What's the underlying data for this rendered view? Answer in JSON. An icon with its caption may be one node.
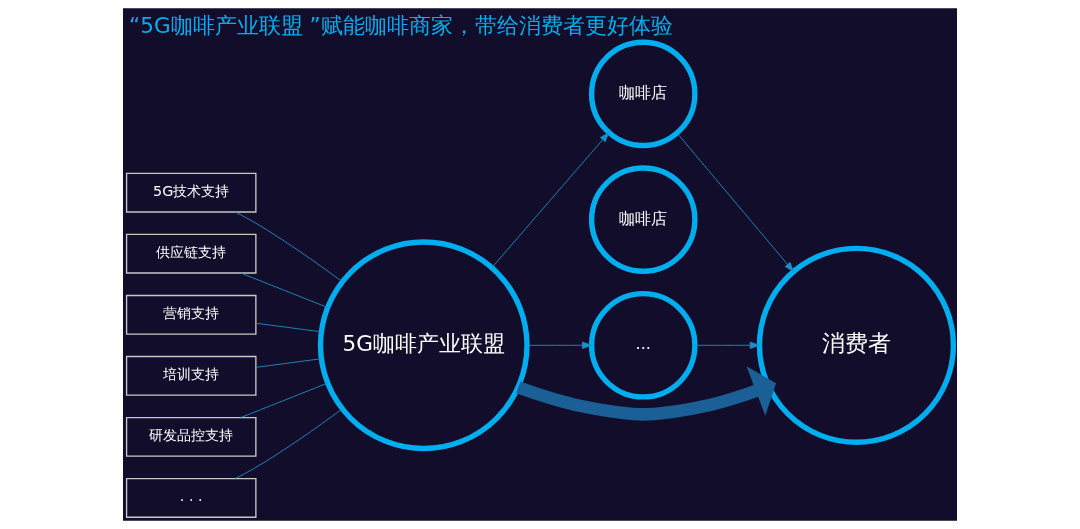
{
  "diagram": {
    "title": "“5G咖啡产业联盟 ”赋能咖啡商家，带给消费者更好体验",
    "nodes": [
      {
        "text": [
          "5G技术支持"
        ]
      },
      {
        "text": [
          "供应链支持"
        ]
      },
      {
        "text": [
          "营销支持"
        ]
      },
      {
        "text": [
          "培训支持"
        ]
      },
      {
        "text": [
          "研发品控支持"
        ]
      },
      {
        "text": [
          ". . ."
        ]
      },
      {
        "text": [
          "5G咖啡产业联盟"
        ]
      },
      {
        "text": [
          "咖啡店"
        ]
      },
      {
        "text": [
          "咖啡店"
        ]
      },
      {
        "text": [
          "..."
        ]
      },
      {
        "text": [
          "消费者"
        ]
      }
    ],
    "edges": [
      {
        "from": 0,
        "to": 6,
        "arrow": "none"
      },
      {
        "from": 1,
        "to": 6,
        "arrow": "none"
      },
      {
        "from": 2,
        "to": 6,
        "arrow": "none"
      },
      {
        "from": 3,
        "to": 6,
        "arrow": "none"
      },
      {
        "from": 4,
        "to": 6,
        "arrow": "none"
      },
      {
        "from": 5,
        "to": 6,
        "arrow": "none"
      },
      {
        "from": 6,
        "to": 7,
        "arrow": "to"
      },
      {
        "from": 6,
        "to": 10,
        "arrow": "to",
        "style": "thick",
        "color": "#1a5f96"
      },
      {
        "from": 6,
        "to": 9,
        "arrow": "to"
      },
      {
        "from": 7,
        "to": 10,
        "arrow": "to"
      },
      {
        "from": 9,
        "to": 10,
        "arrow": "to"
      }
    ]
  }
}
